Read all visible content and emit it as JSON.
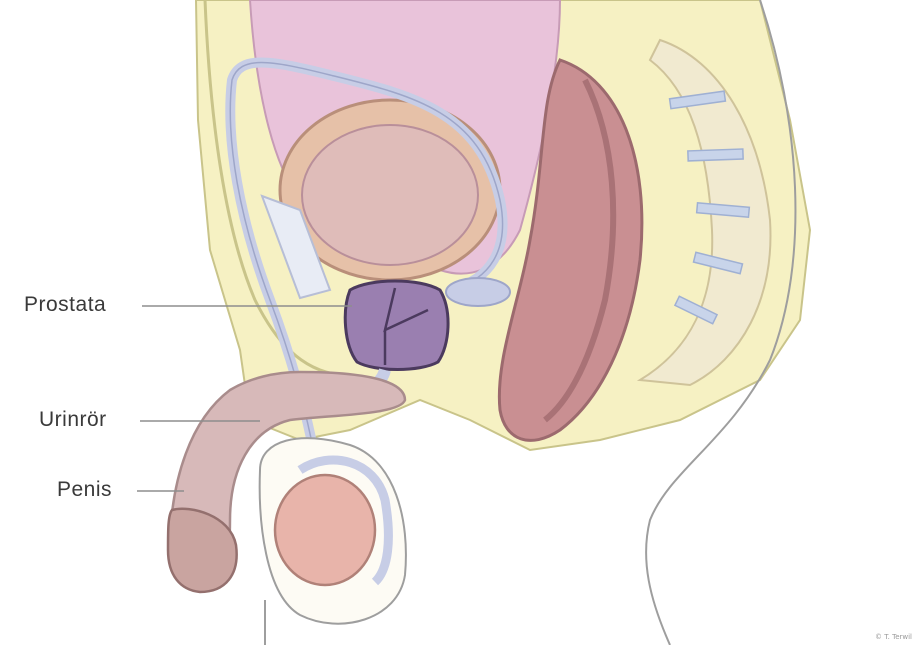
{
  "labels": {
    "prostata": "Prostata",
    "urinror": "Urinrör",
    "penis": "Penis"
  },
  "credit": "© T. Terwil"
}
